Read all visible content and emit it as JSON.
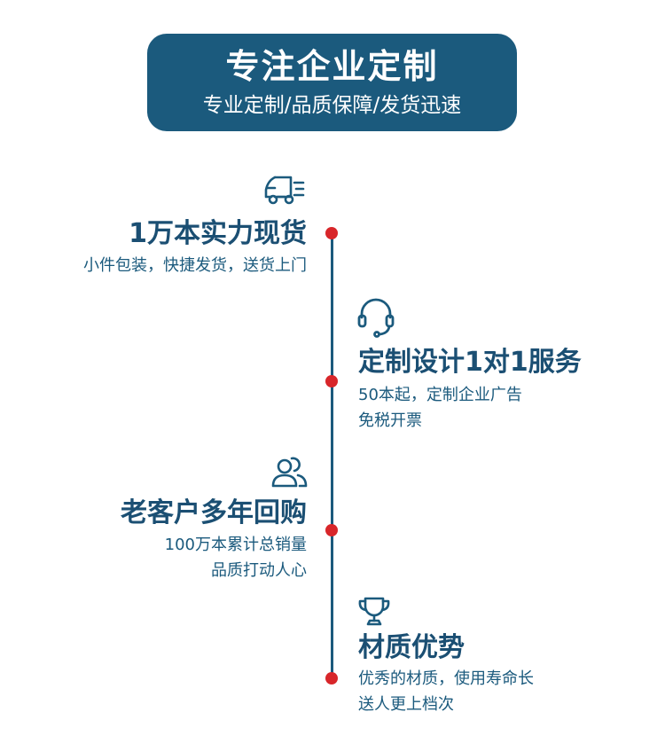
{
  "banner": {
    "title": "专注企业定制",
    "subtitle": "专业定制/品质保障/发货迅速"
  },
  "features": [
    {
      "icon": "delivery-truck-icon",
      "title": "1万本实力现货",
      "lines": [
        "小件包装，快捷发货，送货上门"
      ]
    },
    {
      "icon": "headset-icon",
      "title": "定制设计1对1服务",
      "lines": [
        "50本起，定制企业广告",
        "免税开票"
      ]
    },
    {
      "icon": "users-icon",
      "title": "老客户多年回购",
      "lines": [
        "100万本累计总销量",
        "品质打动人心"
      ]
    },
    {
      "icon": "trophy-icon",
      "title": "材质优势",
      "lines": [
        "优秀的材质，使用寿命长",
        "送人更上档次"
      ]
    }
  ],
  "colors": {
    "primary": "#1b5a7d",
    "dot": "#d8262a",
    "background": "#ffffff"
  }
}
